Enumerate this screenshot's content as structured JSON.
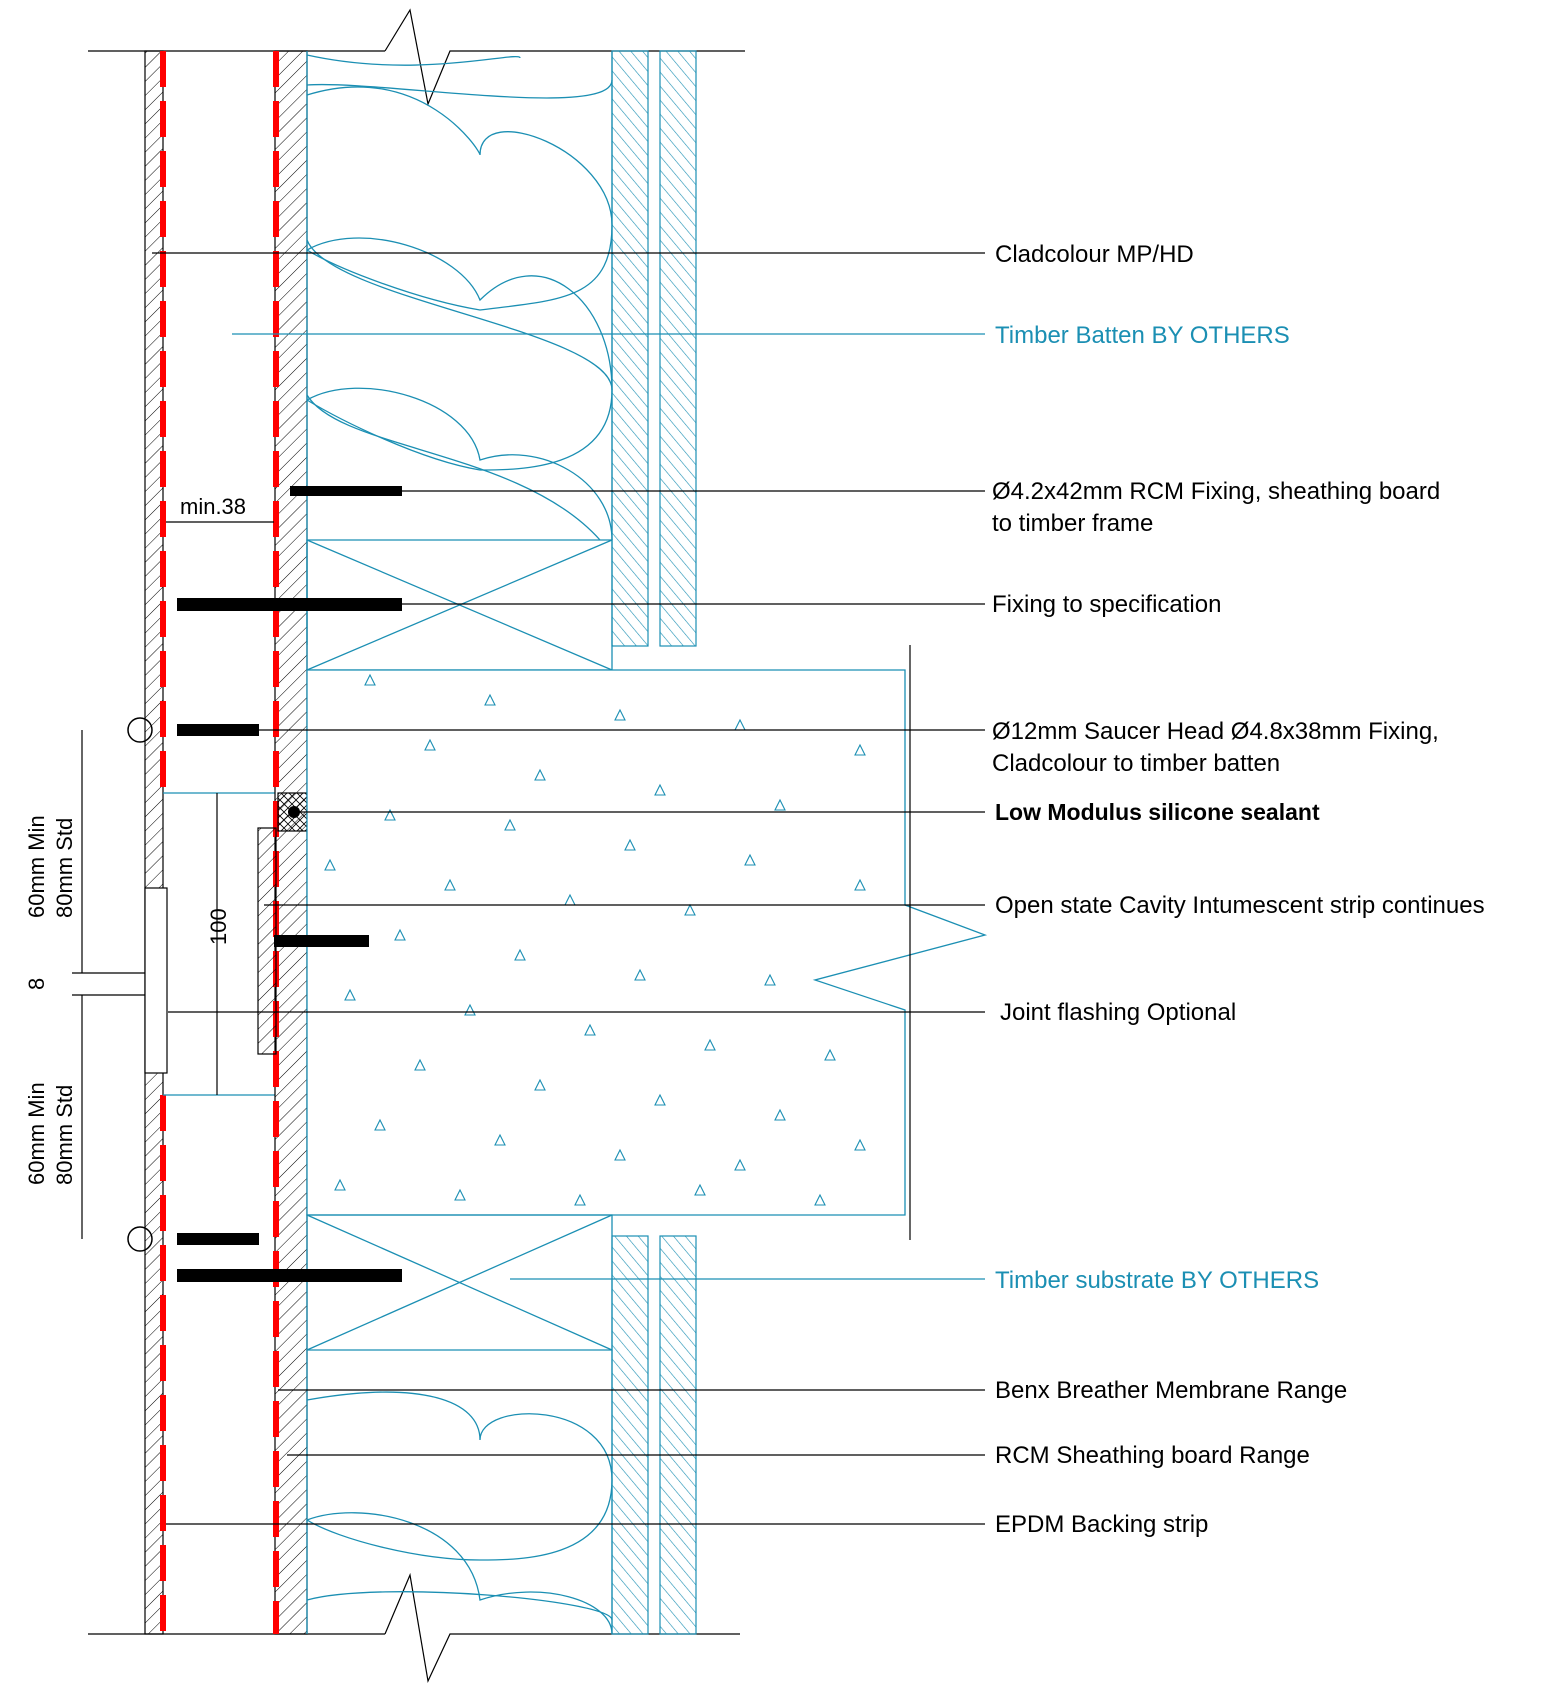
{
  "colors": {
    "line": "#000000",
    "accent_blue": "#1b8fb3",
    "membrane_red": "#ff0000",
    "background": "#ffffff"
  },
  "labels": {
    "cladcolour": "Cladcolour MP/HD",
    "timber_batten": "Timber Batten BY OTHERS",
    "rcm_fixing_line1": "Ø4.2x42mm RCM Fixing, sheathing board",
    "rcm_fixing_line2": "to timber frame",
    "fixing_spec": "Fixing to specification",
    "saucer_line1": "Ø12mm Saucer Head Ø4.8x38mm Fixing,",
    "saucer_line2": "Cladcolour to timber batten",
    "sealant": "Low Modulus silicone sealant",
    "intumescent": "Open state Cavity Intumescent strip continues",
    "joint_flashing": "Joint flashing Optional",
    "timber_substrate": "Timber substrate  BY OTHERS",
    "breather": "Benx Breather Membrane Range",
    "sheathing": "RCM Sheathing board Range",
    "epdm": "EPDM Backing strip"
  },
  "dimensions": {
    "cavity": "min.38",
    "gap": "8",
    "strip": "100",
    "upper_min": "60mm Min",
    "upper_std": "80mm Std",
    "lower_min": "60mm Min",
    "lower_std": "80mm Std"
  }
}
